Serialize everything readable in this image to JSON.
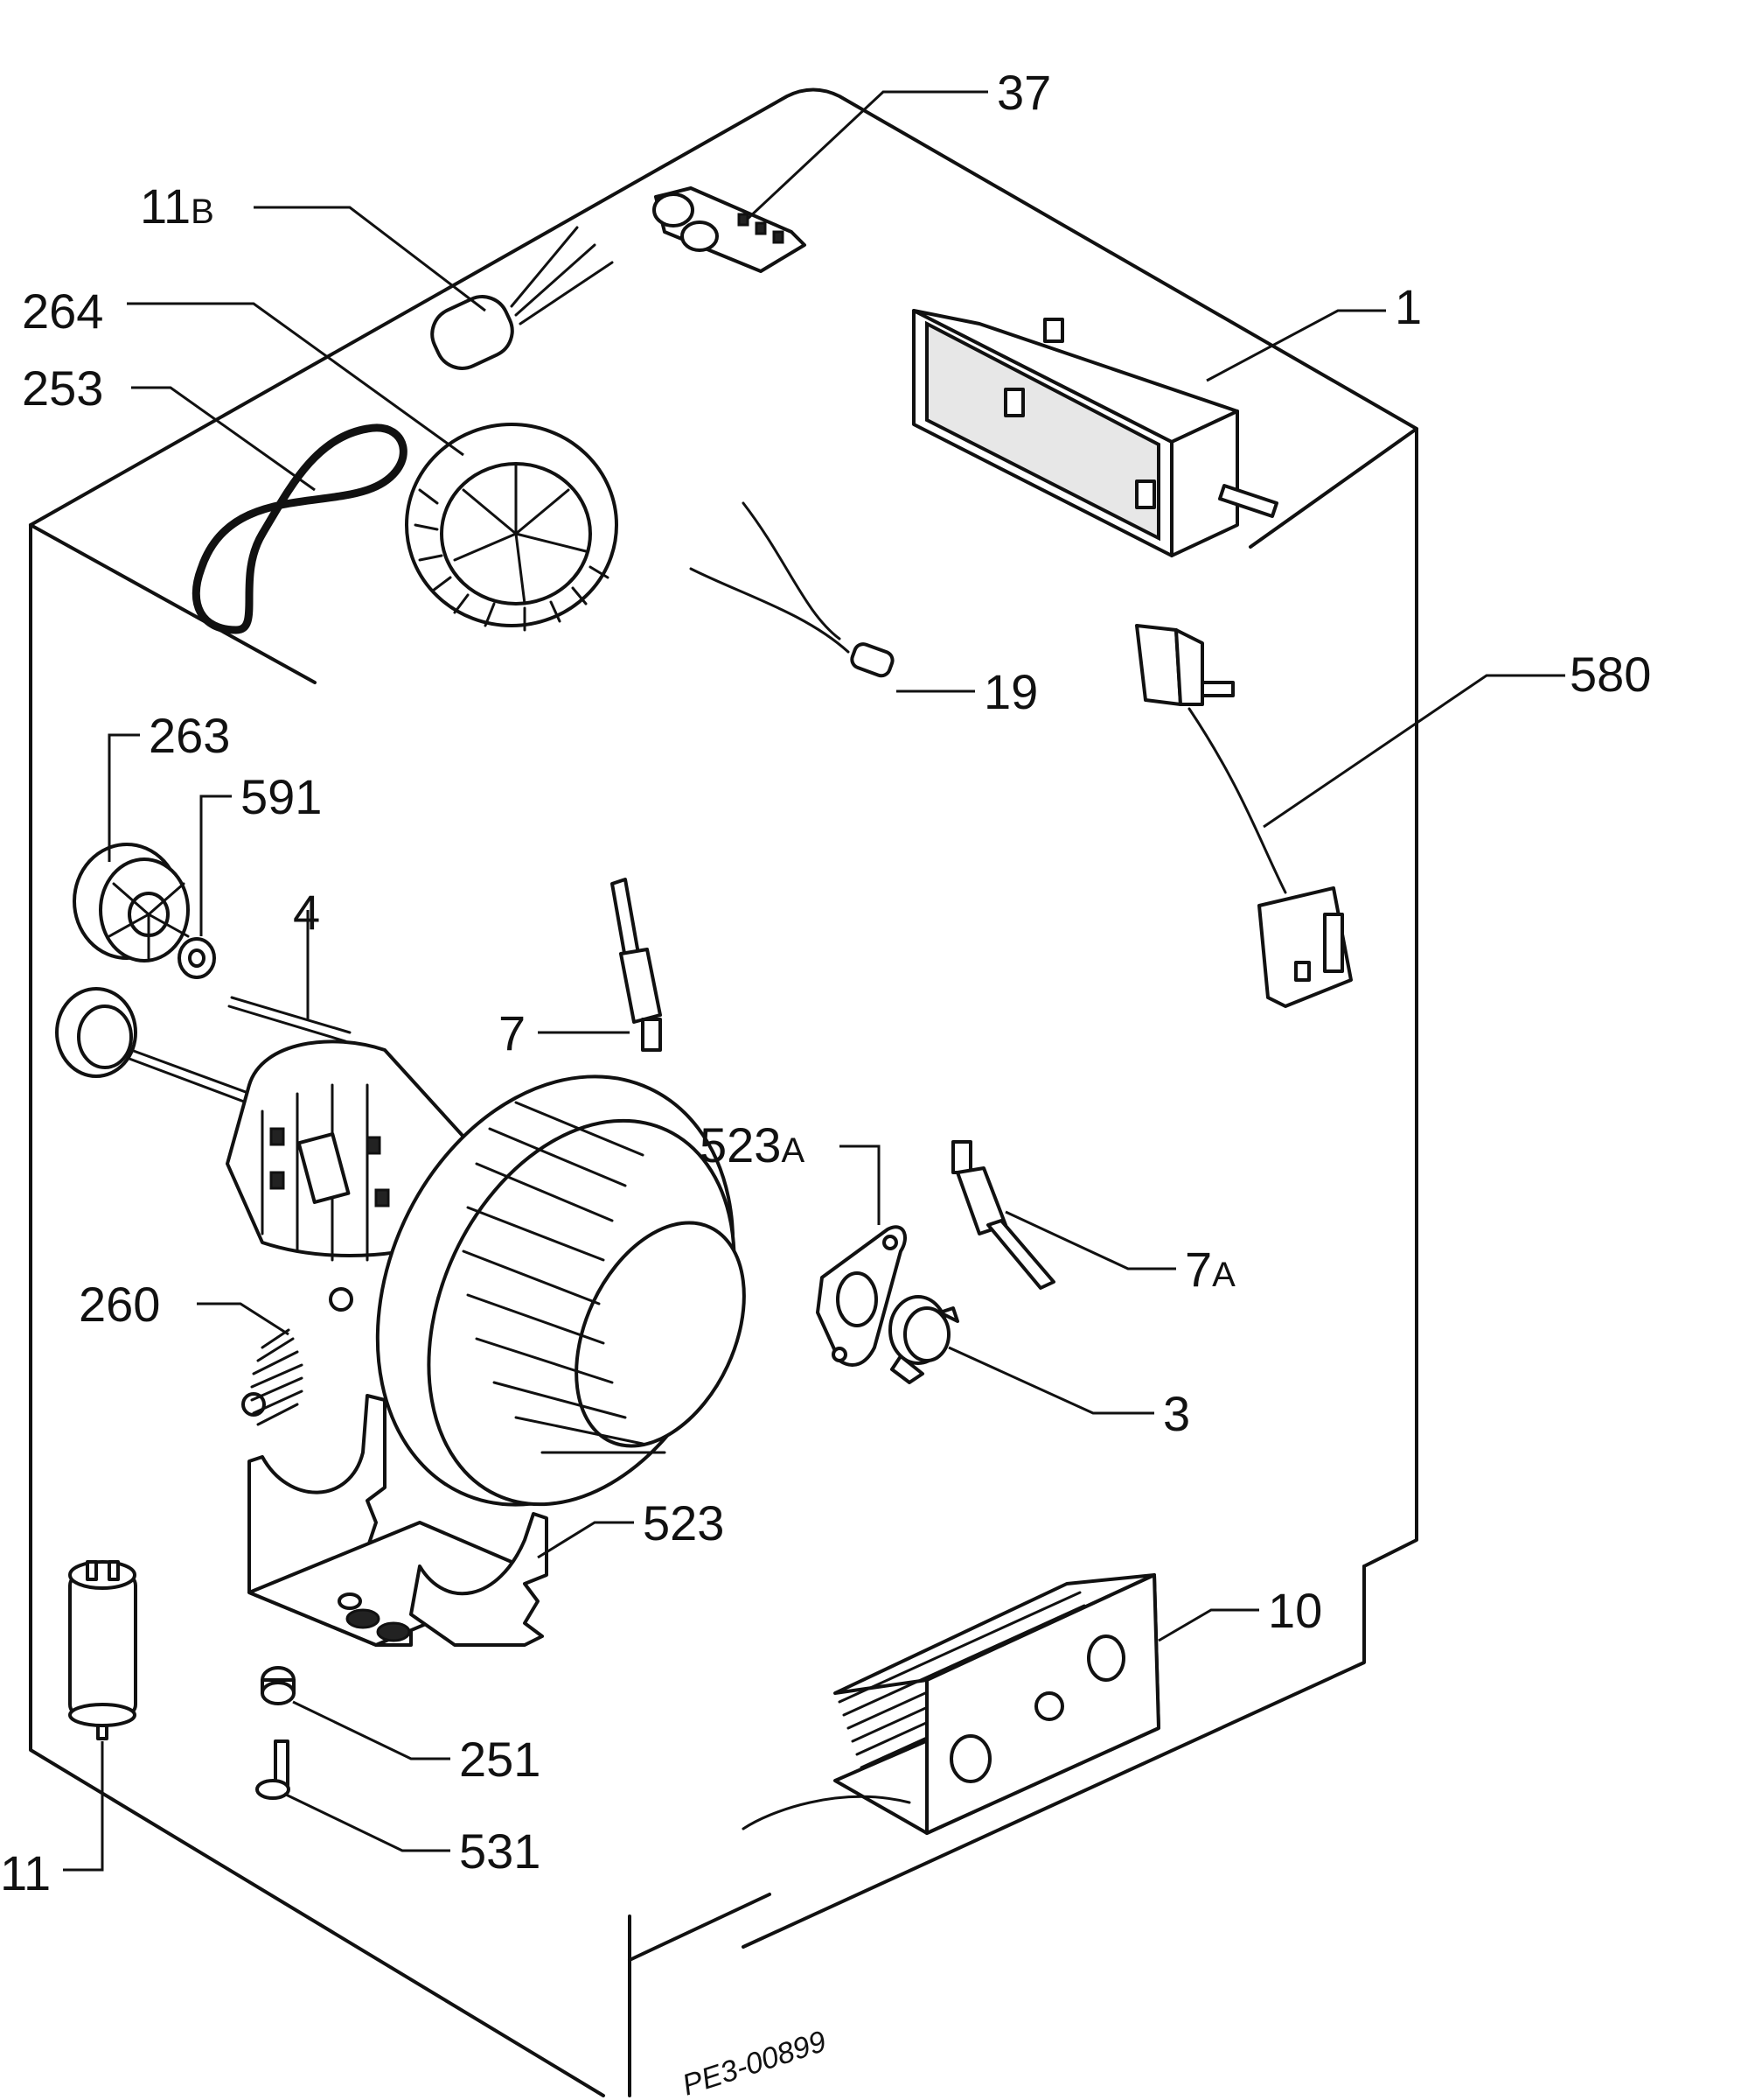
{
  "diagram": {
    "drawing_ref": "PE3-00899",
    "callouts": {
      "c37": "37",
      "c11b": "11",
      "c11b_suffix": "B",
      "c264": "264",
      "c253": "253",
      "c1": "1",
      "c19": "19",
      "c580": "580",
      "c263": "263",
      "c591": "591",
      "c4": "4",
      "c7": "7",
      "c523a": "523",
      "c523a_suffix": "A",
      "c7a": "7",
      "c7a_suffix": "A",
      "c260": "260",
      "c3": "3",
      "c523": "523",
      "c10": "10",
      "c251": "251",
      "c531": "531",
      "c11": "11"
    }
  }
}
